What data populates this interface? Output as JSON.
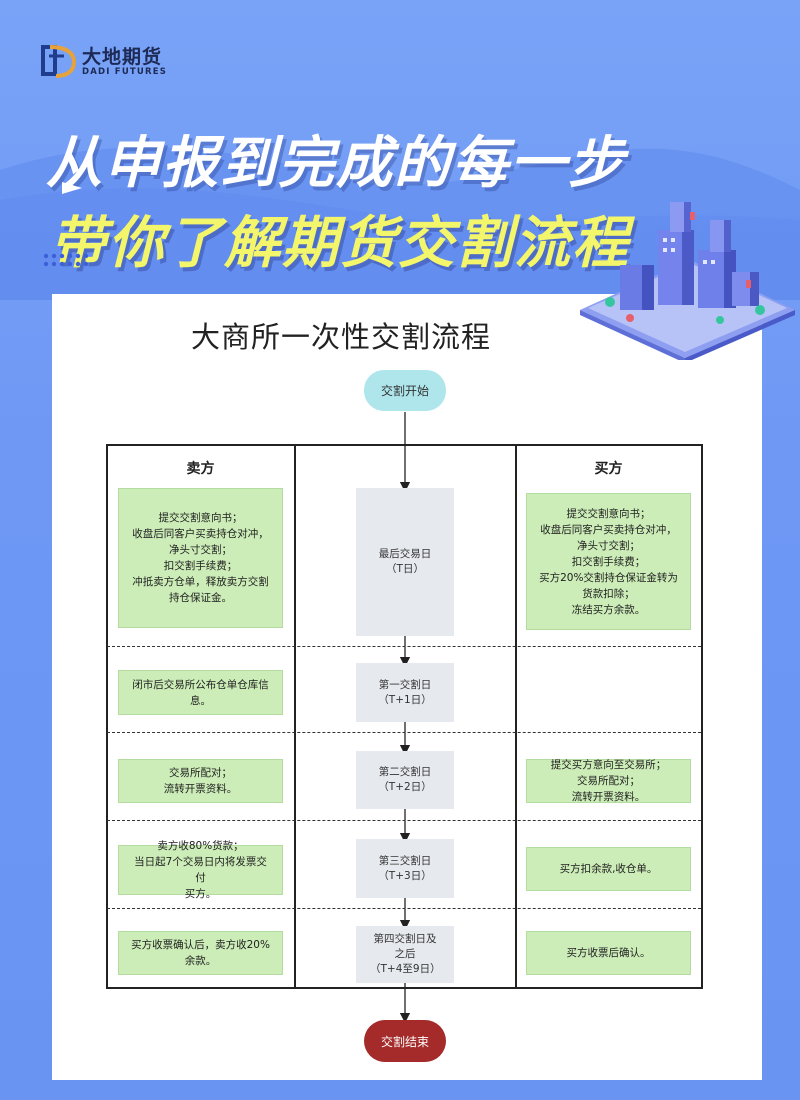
{
  "brand": {
    "name_cn": "大地期货",
    "name_en": "DADI FUTURES"
  },
  "headline": {
    "line1": "从申报到完成的每一步",
    "line2": "带你了解期货交割流程"
  },
  "colors": {
    "background": "#6f9bf5",
    "headline_yellow": "#f3f56a",
    "green_box": "#ccedb8",
    "gray_box": "#e6e9ee",
    "start_node": "#aee6ec",
    "end_node": "#a52a2a"
  },
  "diagram": {
    "title": "大商所一次性交割流程",
    "start_label": "交割开始",
    "end_label": "交割结束",
    "lanes": {
      "seller": "卖方",
      "buyer": "买方"
    },
    "center_steps": [
      {
        "name": "最后交易日",
        "sub": "（T日）"
      },
      {
        "name": "第一交割日",
        "sub": "（T+1日）"
      },
      {
        "name": "第二交割日",
        "sub": "（T+2日）"
      },
      {
        "name": "第三交割日",
        "sub": "（T+3日）"
      },
      {
        "name": "第四交割日及之后",
        "sub": "（T+4至9日）"
      }
    ],
    "seller_steps": [
      "提交交割意向书；\n收盘后同客户买卖持仓对冲，\n净头寸交割；\n扣交割手续费；\n冲抵卖方仓单，释放卖方交割\n持仓保证金。",
      "闭市后交易所公布仓单仓库信\n息。",
      "交易所配对；\n流转开票资料。",
      "卖方收80%货款；\n当日起7个交易日内将发票交付\n买方。",
      "买方收票确认后，卖方收20%\n余款。"
    ],
    "buyer_steps": [
      "提交交割意向书；\n收盘后同客户买卖持仓对冲，\n净头寸交割；\n扣交割手续费；\n买方20%交割持仓保证金转为\n货款扣除；\n冻结买方余款。",
      "",
      "提交买方意向至交易所；\n交易所配对；\n流转开票资料。",
      "买方扣余款,收仓单。",
      "买方收票后确认。"
    ]
  }
}
